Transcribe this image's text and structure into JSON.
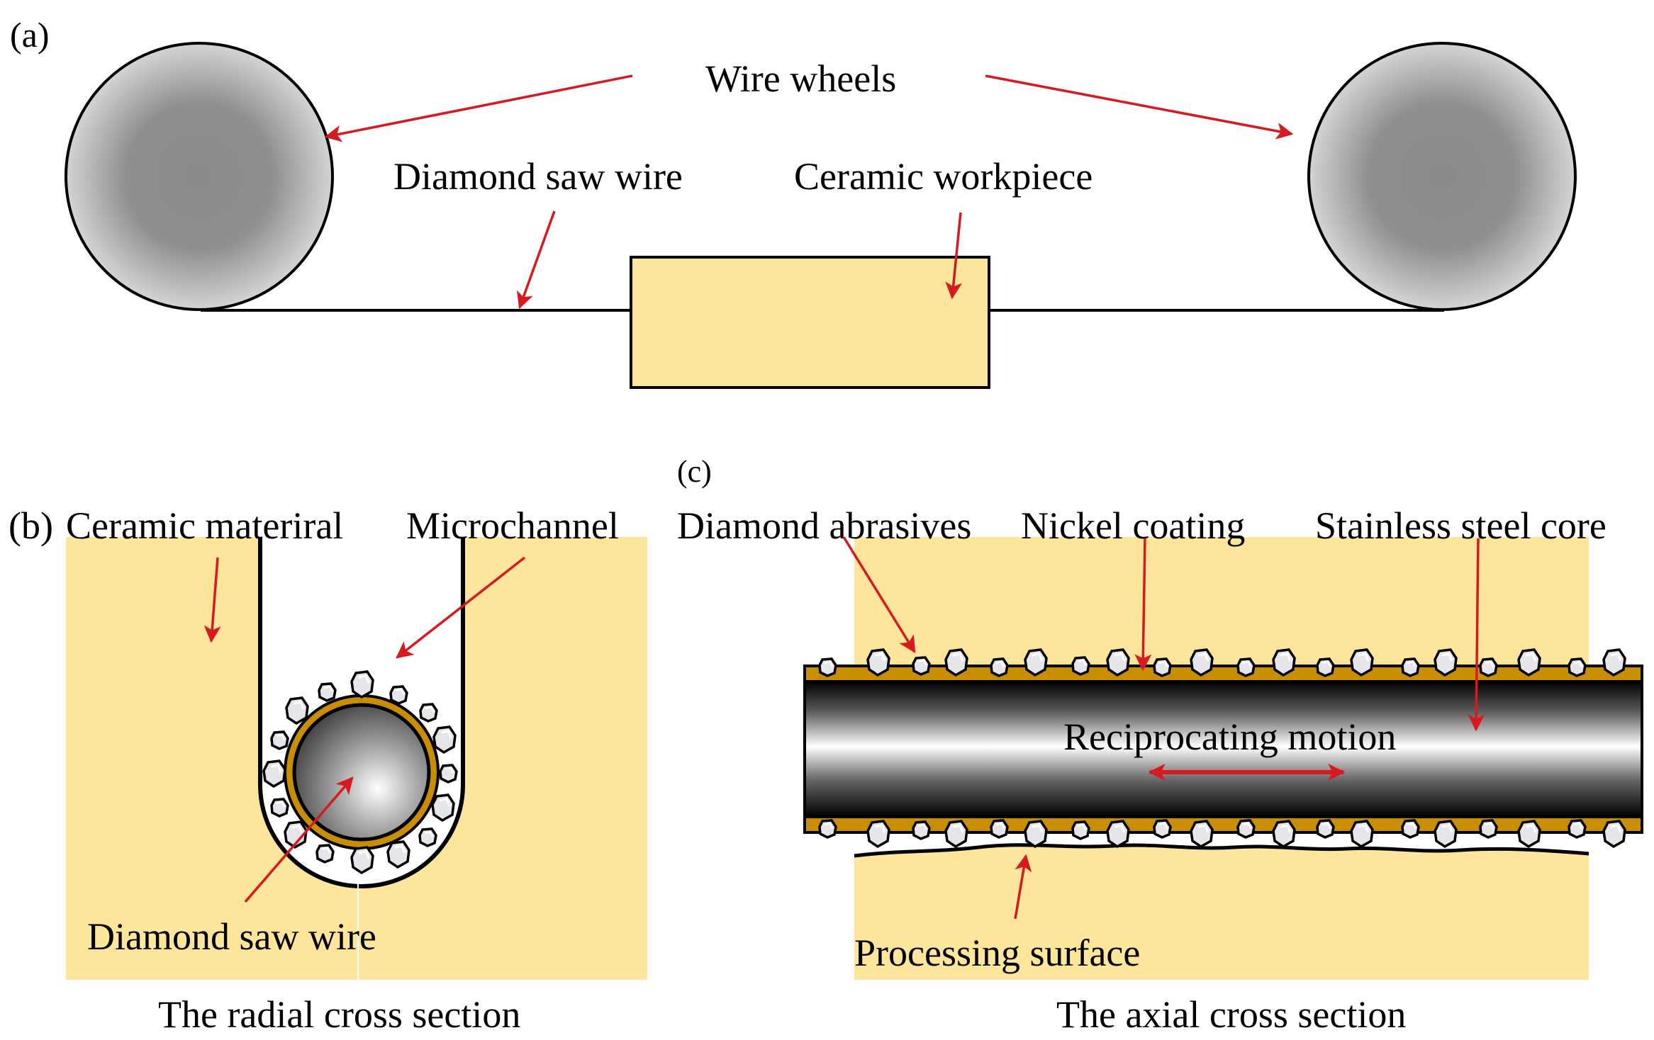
{
  "panels": {
    "a": {
      "tag": "(a)"
    },
    "b": {
      "tag": "(b)",
      "caption": "The radial cross section"
    },
    "c": {
      "tag": "(c)",
      "caption": "The axial cross section"
    }
  },
  "labels": {
    "wire_wheels": "Wire wheels",
    "diamond_saw_wire_top": "Diamond saw wire",
    "ceramic_workpiece": "Ceramic workpiece",
    "ceramic_material": "Ceramic materiral",
    "microchannel": "Microchannel",
    "diamond_saw_wire_bottom": "Diamond saw wire",
    "diamond_abrasives": "Diamond abrasives",
    "nickel_coating": "Nickel coating",
    "stainless_steel_core": "Stainless steel core",
    "reciprocating_motion": "Reciprocating motion",
    "processing_surface": "Processing surface"
  },
  "colors": {
    "ceramic": "#fde59b",
    "arrow": "#d71920",
    "nickel": "#c98e00",
    "wheel_light": "#8f8f8f",
    "wheel_dark": "#cfcfcf"
  }
}
